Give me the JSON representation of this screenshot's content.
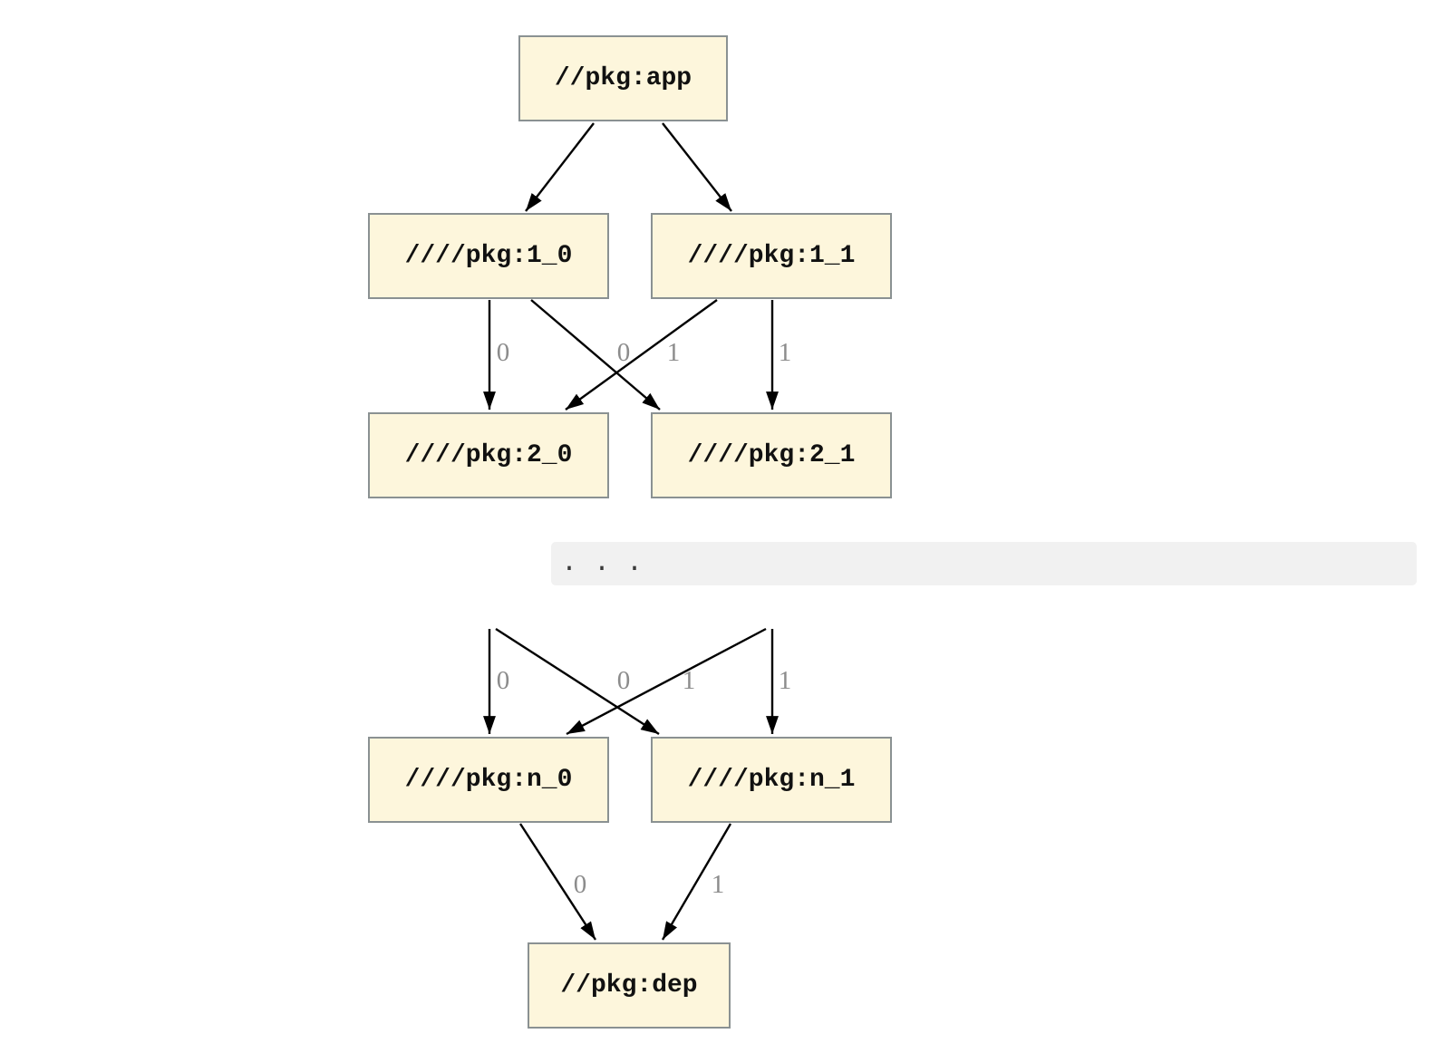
{
  "diagram": {
    "type": "dependency-graph",
    "nodes": [
      {
        "id": "app",
        "label": "//pkg:app"
      },
      {
        "id": "1_0",
        "label": "////pkg:1_0"
      },
      {
        "id": "1_1",
        "label": "////pkg:1_1"
      },
      {
        "id": "2_0",
        "label": "////pkg:2_0"
      },
      {
        "id": "2_1",
        "label": "////pkg:2_1"
      },
      {
        "id": "n_0",
        "label": "////pkg:n_0"
      },
      {
        "id": "n_1",
        "label": "////pkg:n_1"
      },
      {
        "id": "dep",
        "label": "//pkg:dep"
      }
    ],
    "edges": [
      {
        "from": "app",
        "to": "1_0",
        "label": ""
      },
      {
        "from": "app",
        "to": "1_1",
        "label": ""
      },
      {
        "from": "1_0",
        "to": "2_0",
        "label": "0"
      },
      {
        "from": "1_0",
        "to": "2_1",
        "label": "1"
      },
      {
        "from": "1_1",
        "to": "2_0",
        "label": "0"
      },
      {
        "from": "1_1",
        "to": "2_1",
        "label": "1"
      },
      {
        "from": "...",
        "to": "n_0",
        "label": "0"
      },
      {
        "from": "...",
        "to": "n_1",
        "label": "1"
      },
      {
        "from": "...",
        "to": "n_0",
        "label": "0"
      },
      {
        "from": "...",
        "to": "n_1",
        "label": "1"
      },
      {
        "from": "n_0",
        "to": "dep",
        "label": "0"
      },
      {
        "from": "n_1",
        "to": "dep",
        "label": "1"
      }
    ],
    "ellipsis": ". . .",
    "colors": {
      "background": "#ffffff",
      "node_fill": "#fdf6dc",
      "node_border": "#8a9192",
      "edge": "#000000",
      "edge_label": "#8c8c8c",
      "ellipsis_bar": "#f1f1f1"
    }
  }
}
